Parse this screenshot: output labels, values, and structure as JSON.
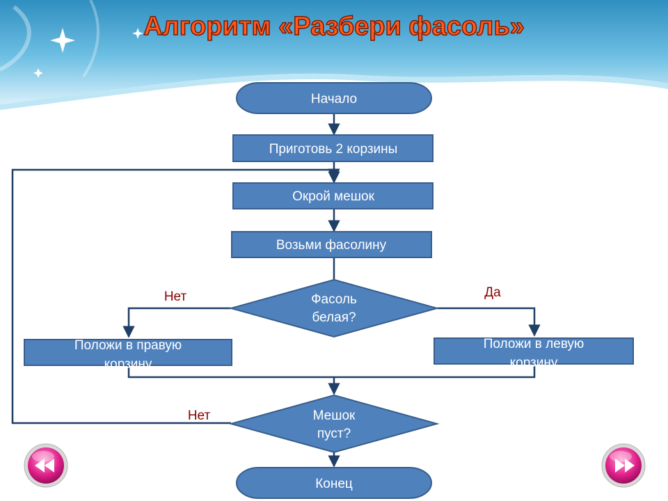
{
  "slide": {
    "title": "Алгоритм «Разбери фасоль»",
    "colors": {
      "title_fill": "#ff5a1f",
      "title_stroke": "#7a1a00",
      "box_fill": "#4f81bd",
      "box_stroke": "#385d8a",
      "line": "#1f3f66",
      "label": "#8b0000",
      "header_blue": "#8fd0ea"
    }
  },
  "flowchart": {
    "start": "Начало",
    "prepare": "Приготовь 2 корзины",
    "open_bag": "Окрой мешок",
    "take_bean": "Возьми фасолину",
    "decision_white": {
      "line1": "Фасоль",
      "line2": "белая?"
    },
    "put_right": {
      "line1": "Положи в правую",
      "line2": "корзину"
    },
    "put_left": {
      "line1": "Положи в левую",
      "line2": "корзину"
    },
    "decision_empty": {
      "line1": "Мешок",
      "line2": "пуст?"
    },
    "end": "Конец",
    "label_no_left": "Нет",
    "label_yes_right": "Да",
    "label_no_bottom": "Нет"
  },
  "nav": {
    "back_icon": "rewind-icon",
    "forward_icon": "fast-forward-icon"
  }
}
